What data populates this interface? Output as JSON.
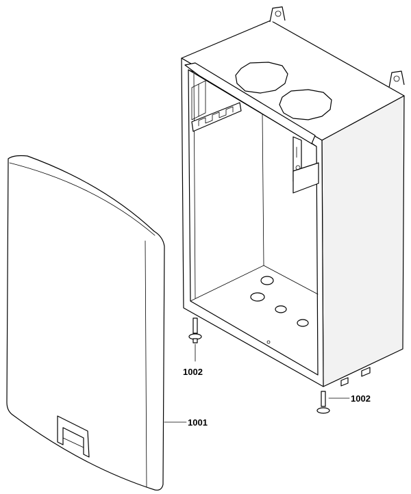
{
  "callouts": {
    "cover": "1001",
    "screw_left": "1002",
    "screw_right": "1002"
  }
}
